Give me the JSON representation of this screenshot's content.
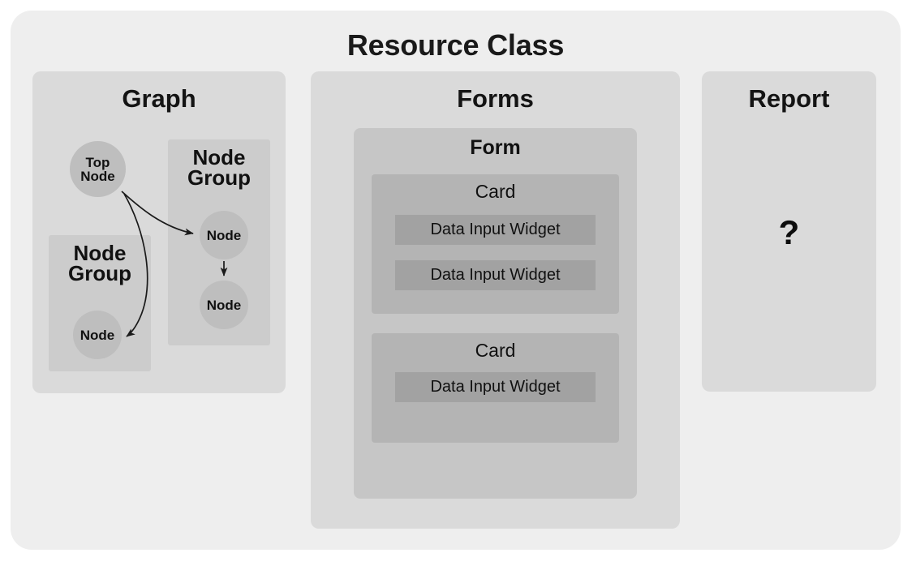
{
  "title": "Resource Class",
  "panels": {
    "graph": {
      "title": "Graph",
      "top_node": "Top\nNode",
      "top_node_label": "Top Node",
      "node_group_right": {
        "label": "Node\nGroup",
        "nodes": [
          "Node",
          "Node"
        ]
      },
      "node_group_left": {
        "label": "Node\nGroup",
        "nodes": [
          "Node"
        ]
      },
      "edges": [
        {
          "from": "Top Node",
          "to": "Node (right group, first)",
          "style": "curved-arrow"
        },
        {
          "from": "Node (right group, first)",
          "to": "Node (right group, second)",
          "style": "straight-arrow"
        },
        {
          "from": "Top Node",
          "to": "Node (left group)",
          "style": "curved-arrow"
        }
      ]
    },
    "forms": {
      "title": "Forms",
      "form": {
        "title": "Form",
        "cards": [
          {
            "title": "Card",
            "widgets": [
              "Data Input Widget",
              "Data Input Widget"
            ]
          },
          {
            "title": "Card",
            "widgets": [
              "Data Input Widget"
            ]
          }
        ]
      }
    },
    "report": {
      "title": "Report",
      "placeholder": "?"
    }
  },
  "colors": {
    "page_background": "#ffffff",
    "container": "#eeeeee",
    "panel": "#dadada",
    "node_group": "#cccccc",
    "node_circle": "#bebebe",
    "form_box": "#c6c6c6",
    "card_box": "#b4b4b4",
    "widget_box": "#a2a2a2",
    "text": "#111111",
    "edge_stroke": "#1a1a1a"
  }
}
